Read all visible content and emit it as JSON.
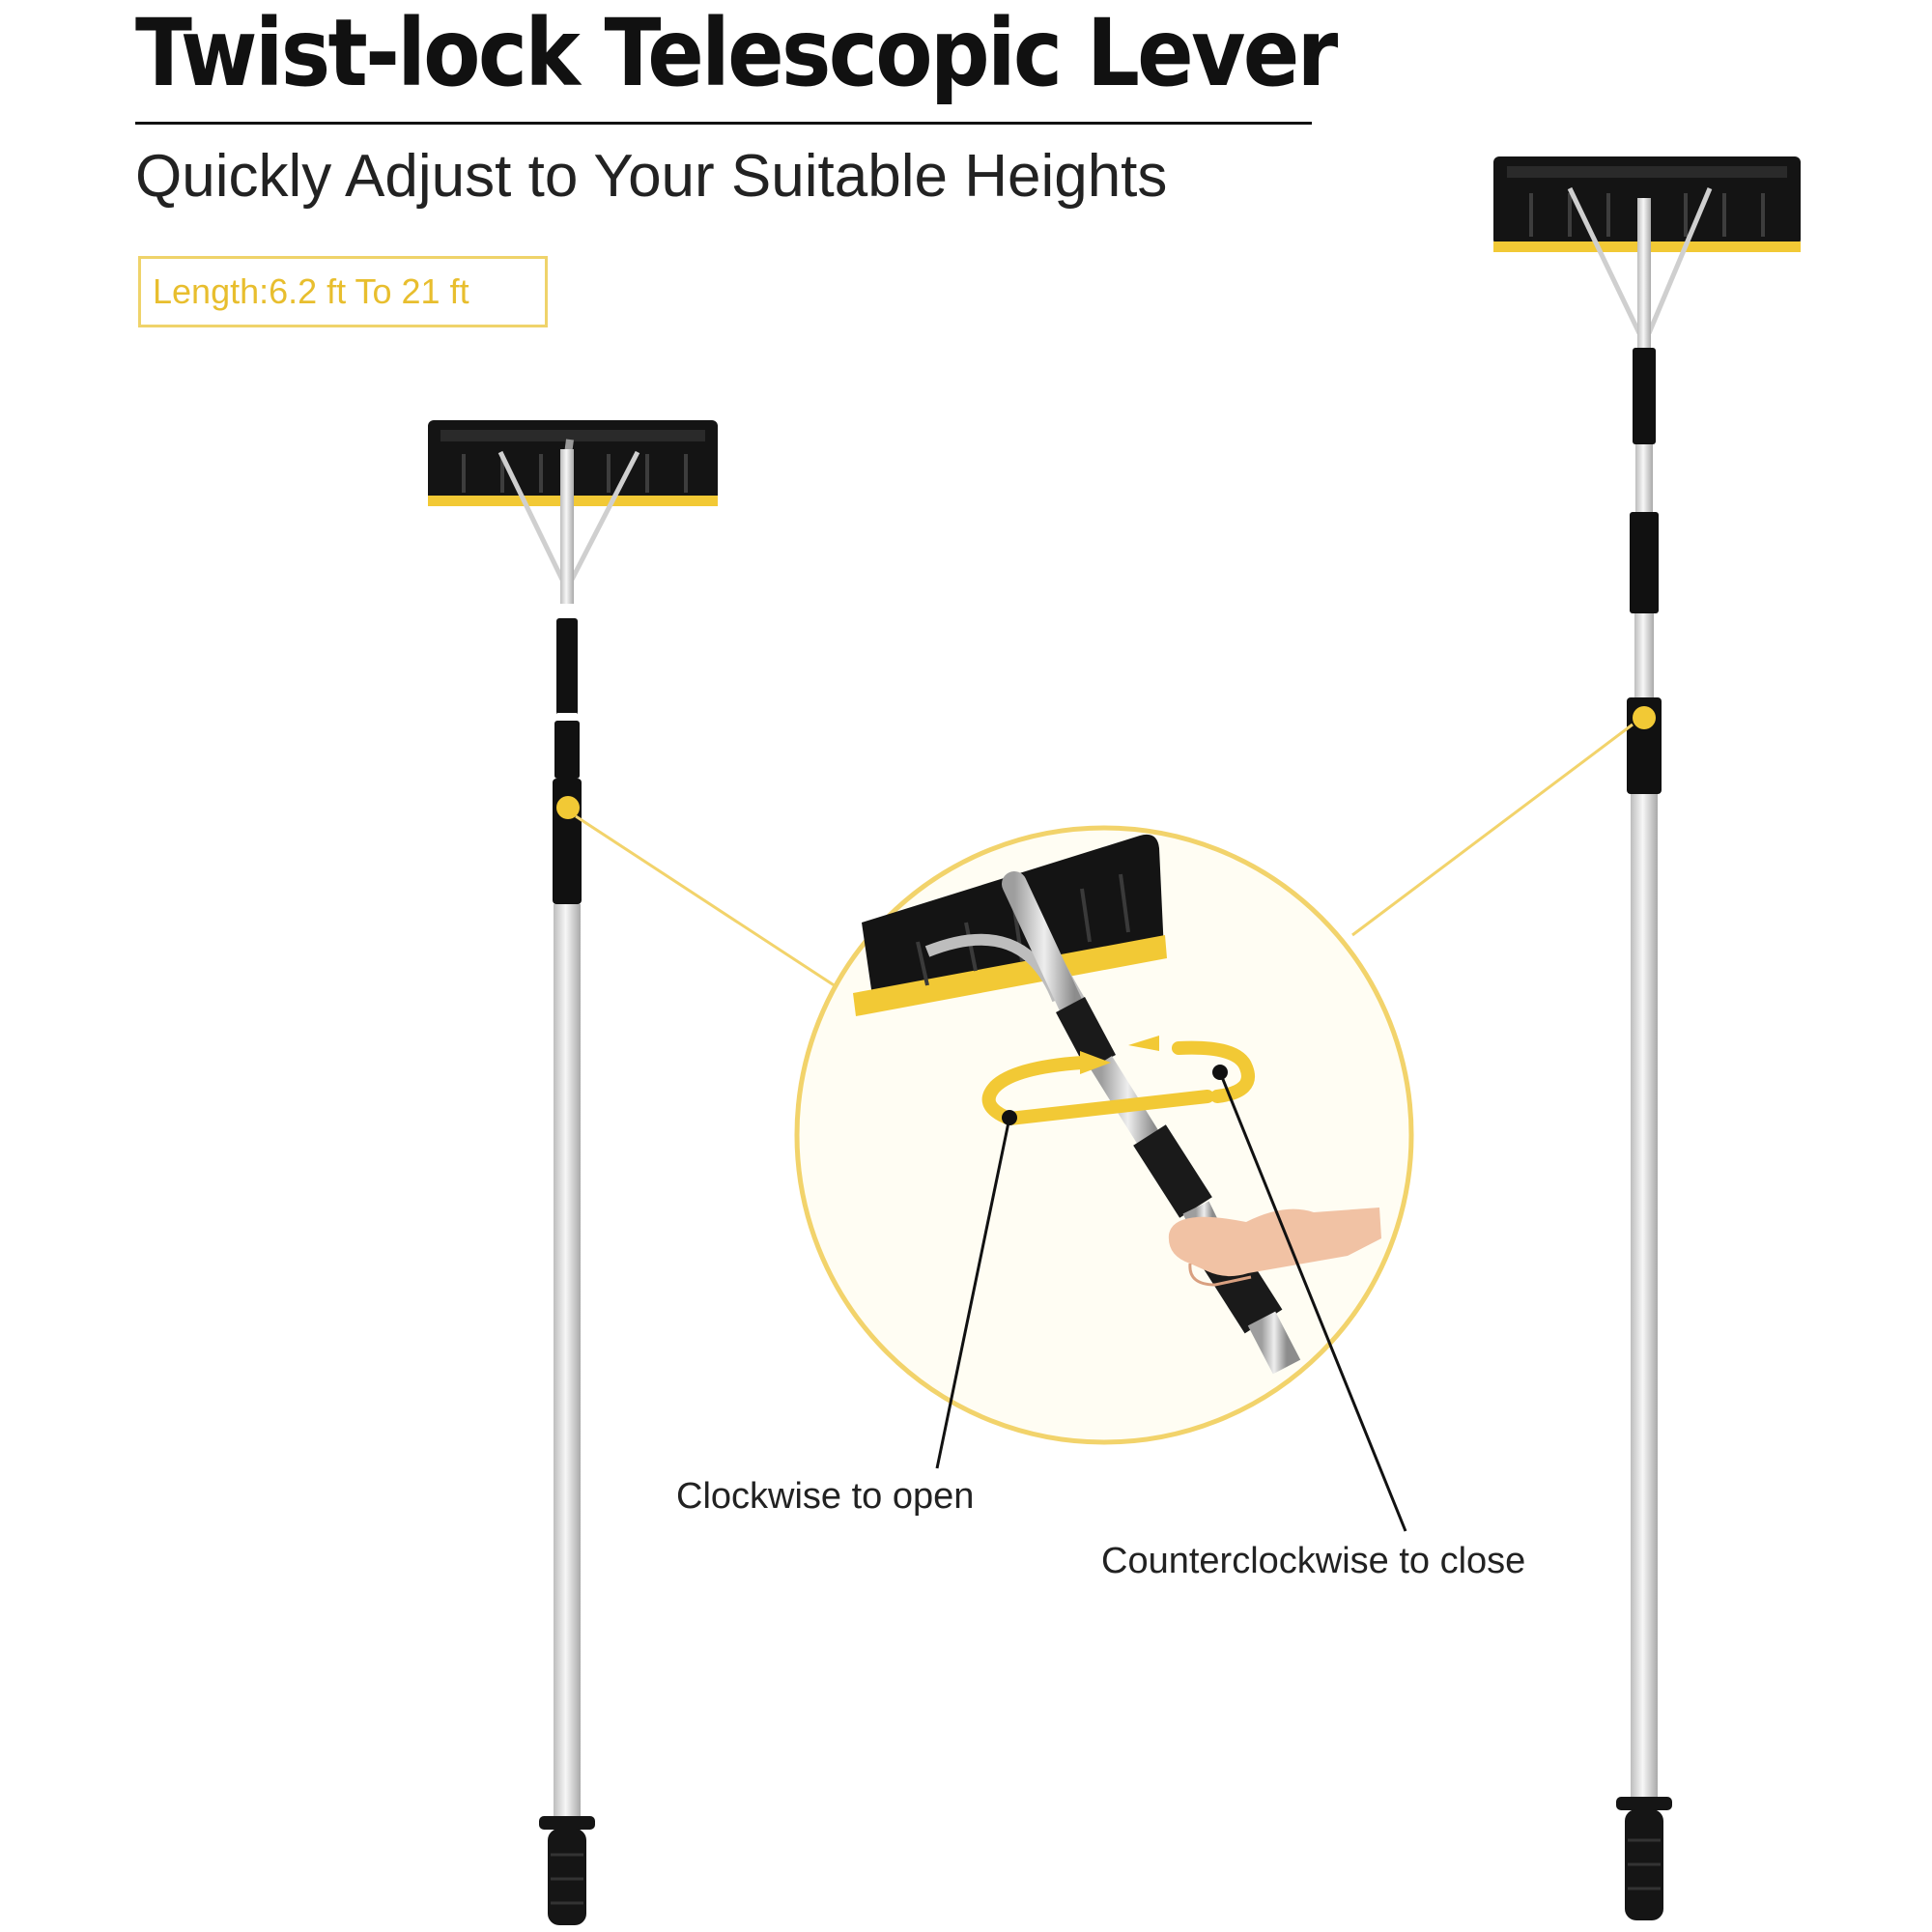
{
  "header": {
    "title": "Twist-lock Telescopic Lever",
    "subtitle": "Quickly Adjust to Your Suitable Heights"
  },
  "spec": {
    "length_label": "Length:6.2 ft To 21 ft"
  },
  "callouts": {
    "open": "Clockwise to open",
    "close": "Counterclockwise to close"
  },
  "colors": {
    "accent_yellow": "#f2c935",
    "handle_black": "#111111",
    "pole_silver": "#d9d9d9"
  }
}
